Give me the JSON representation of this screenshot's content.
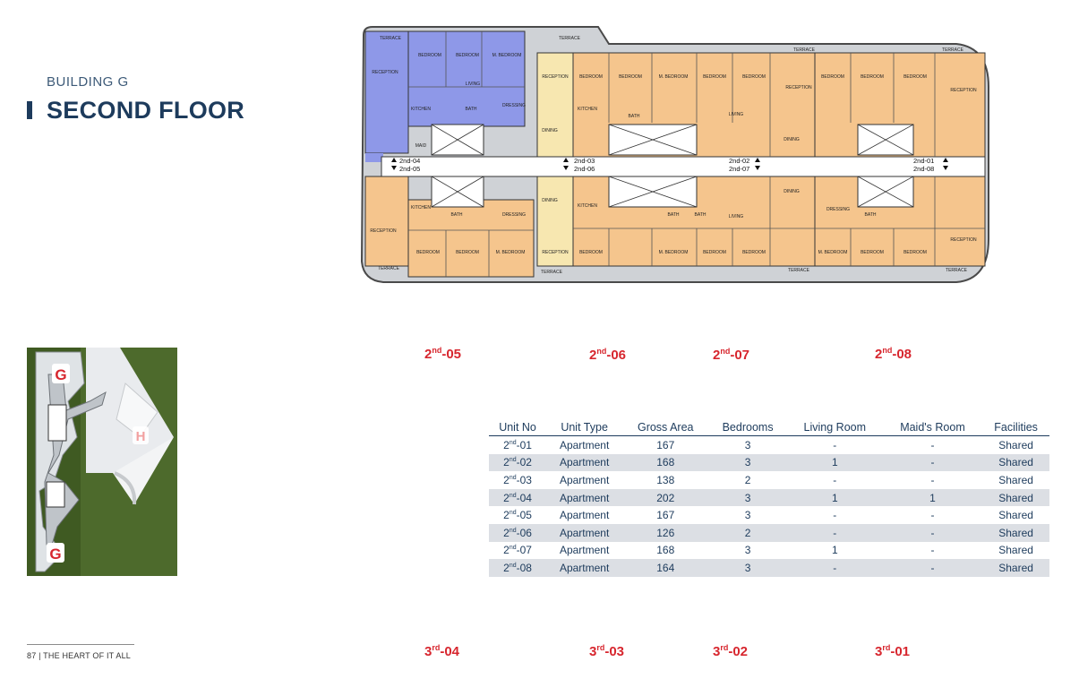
{
  "header": {
    "building": "BUILDING G",
    "floor": "SECOND FLOOR"
  },
  "plan": {
    "terrace": "TERRACE",
    "reception": "RECEPTION",
    "bedroom": "BEDROOM",
    "m_bedroom": "M. BEDROOM",
    "living": "LIVING",
    "dining": "DINING",
    "kitchen": "KITCHEN",
    "bath": "BATH",
    "maid": "MAID",
    "dressing": "DRESSING",
    "corridor_markers": [
      {
        "top": "2nd-04",
        "bottom": "2nd-05"
      },
      {
        "top": "2nd-03",
        "bottom": "2nd-06"
      },
      {
        "top": "2nd-02",
        "bottom": "2nd-07"
      },
      {
        "top": "2nd-01",
        "bottom": "2nd-08"
      }
    ]
  },
  "sitemap": {
    "marker_g": "G",
    "marker_h": "H"
  },
  "top_units": [
    {
      "base": "2",
      "suffix": "nd",
      "num": "-05"
    },
    {
      "base": "2",
      "suffix": "nd",
      "num": "-06"
    },
    {
      "base": "2",
      "suffix": "nd",
      "num": "-07"
    },
    {
      "base": "2",
      "suffix": "nd",
      "num": "-08"
    }
  ],
  "bottom_units": [
    {
      "base": "3",
      "suffix": "rd",
      "num": "-04"
    },
    {
      "base": "3",
      "suffix": "rd",
      "num": "-03"
    },
    {
      "base": "3",
      "suffix": "rd",
      "num": "-02"
    },
    {
      "base": "3",
      "suffix": "rd",
      "num": "-01"
    }
  ],
  "table": {
    "headers": [
      "Unit No",
      "Unit Type",
      "Gross Area",
      "Bedrooms",
      "Living Room",
      "Maid's Room",
      "Facilities"
    ],
    "rows": [
      {
        "unit_base": "2",
        "unit_suffix": "nd",
        "unit_num": "-01",
        "type": "Apartment",
        "area": "167",
        "bedrooms": "3",
        "living": "-",
        "maid": "-",
        "facilities": "Shared"
      },
      {
        "unit_base": "2",
        "unit_suffix": "nd",
        "unit_num": "-02",
        "type": "Apartment",
        "area": "168",
        "bedrooms": "3",
        "living": "1",
        "maid": "-",
        "facilities": "Shared"
      },
      {
        "unit_base": "2",
        "unit_suffix": "nd",
        "unit_num": "-03",
        "type": "Apartment",
        "area": "138",
        "bedrooms": "2",
        "living": "-",
        "maid": "-",
        "facilities": "Shared"
      },
      {
        "unit_base": "2",
        "unit_suffix": "nd",
        "unit_num": "-04",
        "type": "Apartment",
        "area": "202",
        "bedrooms": "3",
        "living": "1",
        "maid": "1",
        "facilities": "Shared"
      },
      {
        "unit_base": "2",
        "unit_suffix": "nd",
        "unit_num": "-05",
        "type": "Apartment",
        "area": "167",
        "bedrooms": "3",
        "living": "-",
        "maid": "-",
        "facilities": "Shared"
      },
      {
        "unit_base": "2",
        "unit_suffix": "nd",
        "unit_num": "-06",
        "type": "Apartment",
        "area": "126",
        "bedrooms": "2",
        "living": "-",
        "maid": "-",
        "facilities": "Shared"
      },
      {
        "unit_base": "2",
        "unit_suffix": "nd",
        "unit_num": "-07",
        "type": "Apartment",
        "area": "168",
        "bedrooms": "3",
        "living": "1",
        "maid": "-",
        "facilities": "Shared"
      },
      {
        "unit_base": "2",
        "unit_suffix": "nd",
        "unit_num": "-08",
        "type": "Apartment",
        "area": "164",
        "bedrooms": "3",
        "living": "-",
        "maid": "-",
        "facilities": "Shared"
      }
    ]
  },
  "footer": {
    "text": "87 | THE HEART OF IT ALL"
  },
  "colors": {
    "navy": "#1d3b5c",
    "accent_red": "#d7262e",
    "unit_orange": "#f5c58d",
    "unit_blue": "#8e98e8",
    "unit_yellow": "#f7e7b0",
    "row_alt": "#dcdfe4"
  }
}
